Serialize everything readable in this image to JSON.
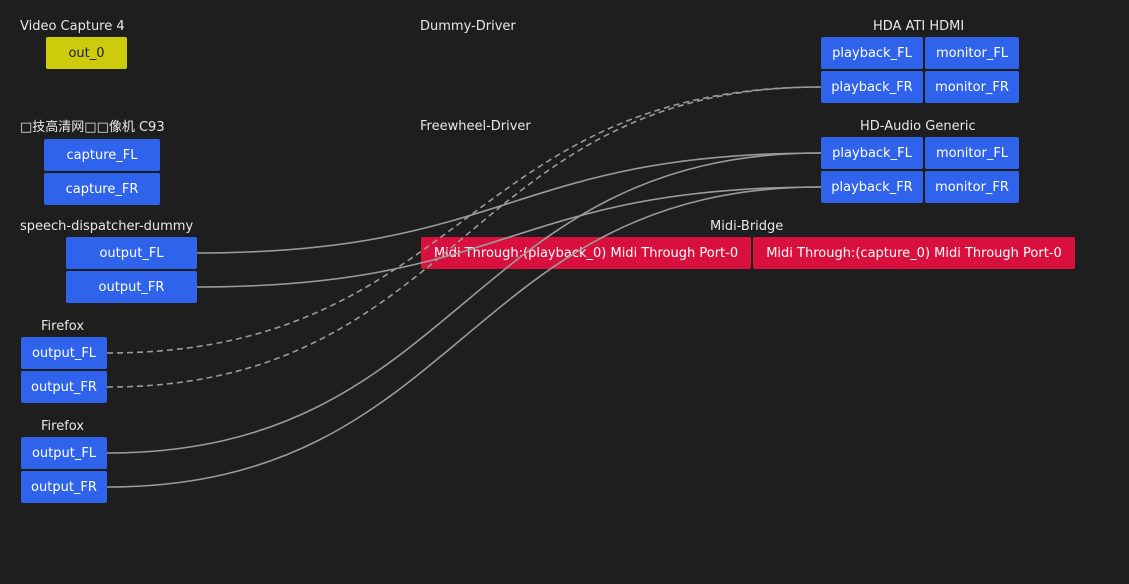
{
  "nodes": {
    "video_capture": {
      "title": "Video Capture 4",
      "ports": [
        "out_0"
      ]
    },
    "camera": {
      "title": "□技高清网□□像机 C93",
      "ports": [
        "capture_FL",
        "capture_FR"
      ]
    },
    "speech": {
      "title": "speech-dispatcher-dummy",
      "ports": [
        "output_FL",
        "output_FR"
      ]
    },
    "firefox1": {
      "title": "Firefox",
      "ports": [
        "output_FL",
        "output_FR"
      ]
    },
    "firefox2": {
      "title": "Firefox",
      "ports": [
        "output_FL",
        "output_FR"
      ]
    },
    "dummy": {
      "title": "Dummy-Driver"
    },
    "freewheel": {
      "title": "Freewheel-Driver"
    },
    "midi": {
      "title": "Midi-Bridge",
      "ports": [
        "Midi Through:(playback_0) Midi Through Port-0",
        "Midi Through:(capture_0) Midi Through Port-0"
      ]
    },
    "hdmi": {
      "title": "HDA ATI HDMI",
      "ports": [
        "playback_FL",
        "monitor_FL",
        "playback_FR",
        "monitor_FR"
      ]
    },
    "hdaudio": {
      "title": "HD-Audio Generic",
      "ports": [
        "playback_FL",
        "monitor_FL",
        "playback_FR",
        "monitor_FR"
      ]
    }
  },
  "colors": {
    "background": "#1e1e1e",
    "audio_port": "#2f63ec",
    "video_port": "#cccc0c",
    "midi_port": "#d9103e",
    "link": "#9a9a9a"
  }
}
